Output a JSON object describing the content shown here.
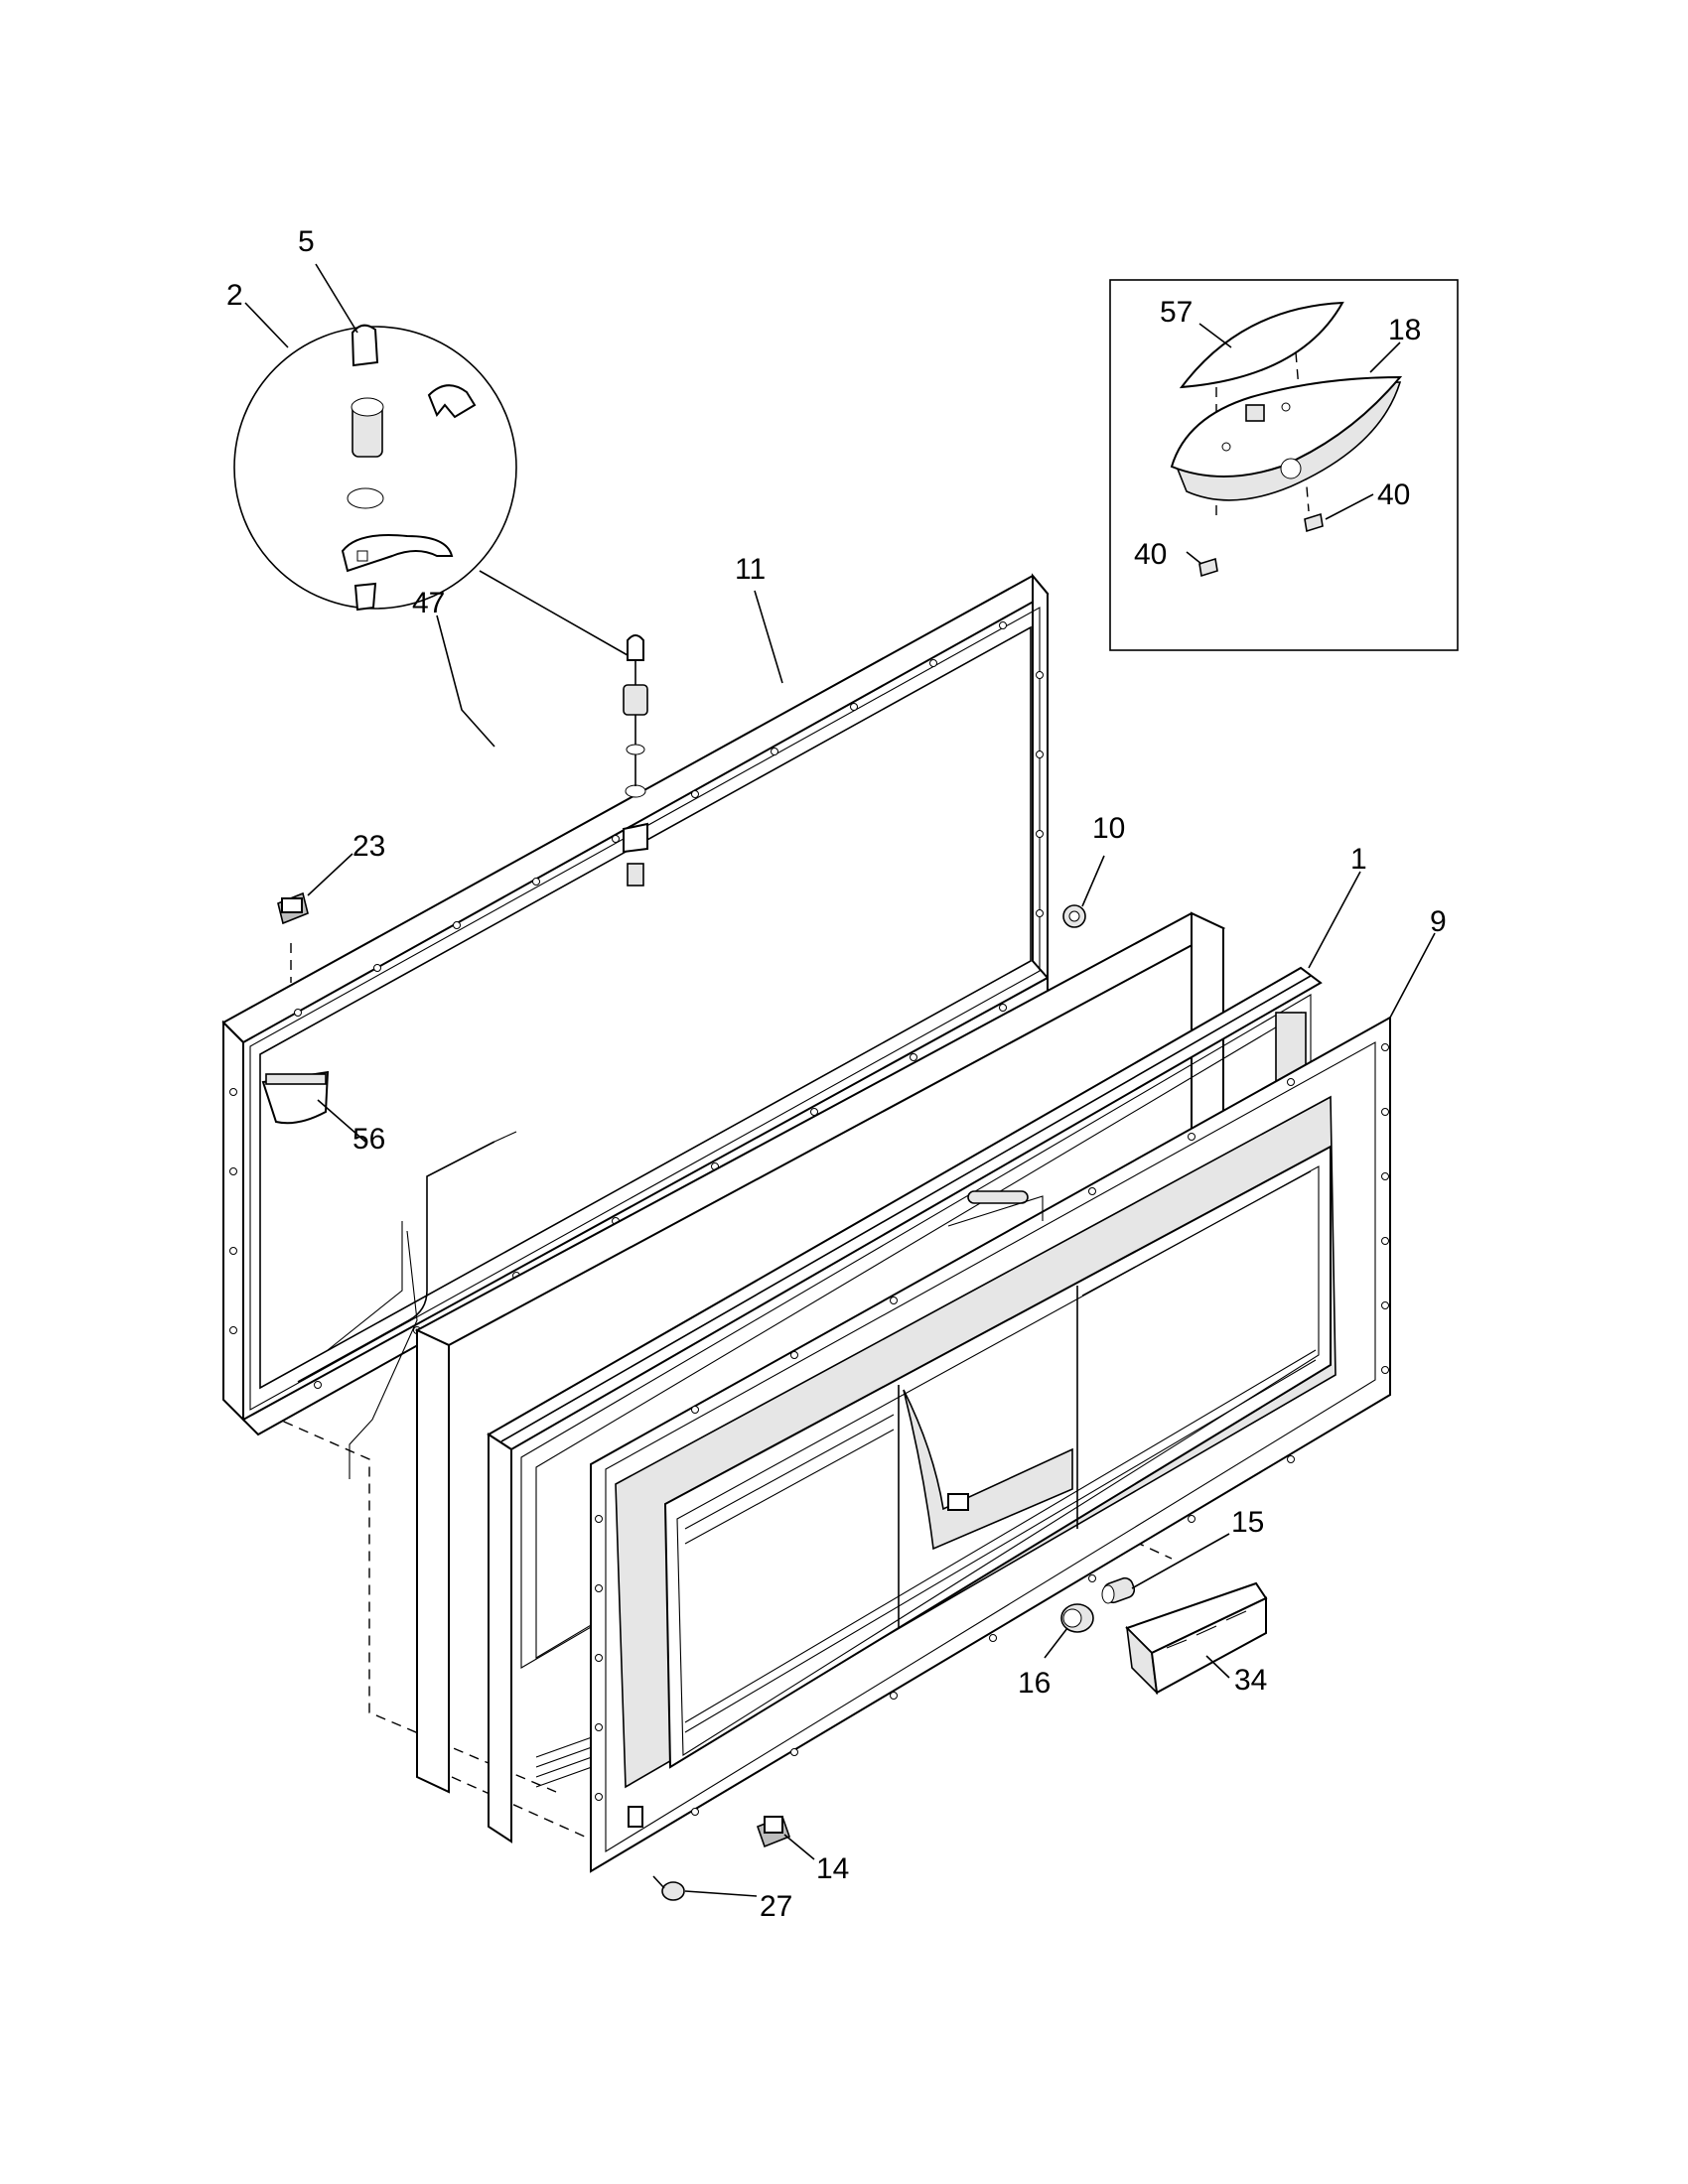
{
  "callouts": [
    {
      "id": "c2",
      "text": "2"
    },
    {
      "id": "c5",
      "text": "5"
    },
    {
      "id": "c11",
      "text": "11"
    },
    {
      "id": "c23",
      "text": "23"
    },
    {
      "id": "c10",
      "text": "10"
    },
    {
      "id": "c1",
      "text": "1"
    },
    {
      "id": "c9",
      "text": "9"
    },
    {
      "id": "c47",
      "text": "47"
    },
    {
      "id": "c56",
      "text": "56"
    },
    {
      "id": "c15",
      "text": "15"
    },
    {
      "id": "c16",
      "text": "16"
    },
    {
      "id": "c34",
      "text": "34"
    },
    {
      "id": "c14",
      "text": "14"
    },
    {
      "id": "c27",
      "text": "27"
    },
    {
      "id": "c57",
      "text": "57"
    },
    {
      "id": "c18",
      "text": "18"
    },
    {
      "id": "c40a",
      "text": "40"
    },
    {
      "id": "c40b",
      "text": "40"
    }
  ]
}
